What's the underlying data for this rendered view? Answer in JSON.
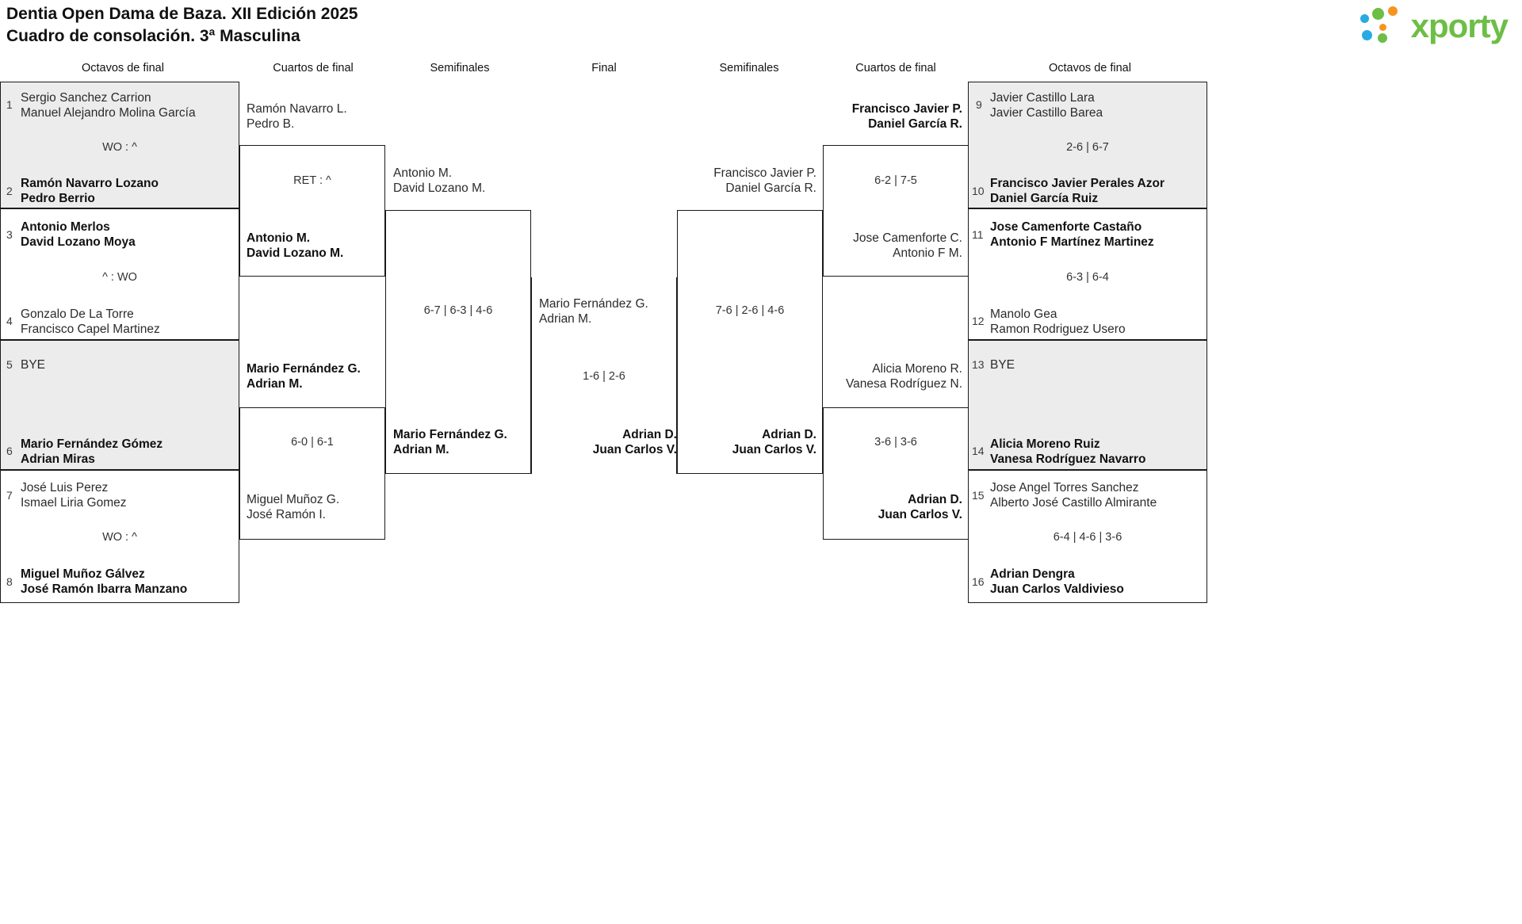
{
  "header": {
    "title_line1": "Dentia Open Dama de Baza. XII Edición 2025",
    "title_line2": "Cuadro de consolación. 3ª Masculina",
    "logo_text": "xporty"
  },
  "colors": {
    "logo_green": "#6cbe45",
    "logo_blue": "#29abe2",
    "logo_orange": "#f7941e",
    "shade": "#ececec",
    "line": "#1a1a1a"
  },
  "round_headings": {
    "left_octavos": "Octavos de final",
    "left_cuartos": "Cuartos de final",
    "left_semis": "Semifinales",
    "final": "Final",
    "right_semis": "Semifinales",
    "right_cuartos": "Cuartos de final",
    "right_octavos": "Octavos de final"
  },
  "left_octavos": [
    {
      "seed": "1",
      "p1": "Sergio Sanchez Carrion",
      "p2": "Manuel Alejandro Molina García",
      "winner": false,
      "shaded": true
    },
    {
      "seed": "2",
      "p1": "Ramón Navarro Lozano",
      "p2": "Pedro Berrio",
      "winner": true,
      "shaded": true
    },
    {
      "seed": "3",
      "p1": "Antonio Merlos",
      "p2": "David Lozano Moya",
      "winner": true,
      "shaded": false
    },
    {
      "seed": "4",
      "p1": "Gonzalo De La Torre",
      "p2": "Francisco Capel Martinez",
      "winner": false,
      "shaded": false
    },
    {
      "seed": "5",
      "p1": "BYE",
      "p2": "",
      "winner": false,
      "shaded": true
    },
    {
      "seed": "6",
      "p1": "Mario Fernández Gómez",
      "p2": "Adrian Miras",
      "winner": true,
      "shaded": true
    },
    {
      "seed": "7",
      "p1": "José Luis Perez",
      "p2": "Ismael Liria Gomez",
      "winner": false,
      "shaded": false
    },
    {
      "seed": "8",
      "p1": "Miguel Muñoz Gálvez",
      "p2": "José Ramón Ibarra Manzano",
      "winner": true,
      "shaded": false
    }
  ],
  "left_octavos_scores": [
    "WO : ^",
    "^ : WO",
    "",
    "WO : ^"
  ],
  "left_cuartos": [
    {
      "p1": "Ramón Navarro L.",
      "p2": "Pedro B.",
      "winner": false
    },
    {
      "p1": "Antonio M.",
      "p2": "David Lozano M.",
      "winner": true
    },
    {
      "p1": "Mario Fernández G.",
      "p2": "Adrian M.",
      "winner": true
    },
    {
      "p1": "Miguel Muñoz G.",
      "p2": "José Ramón I.",
      "winner": false
    }
  ],
  "left_cuartos_scores": [
    "RET : ^",
    "6-0 | 6-1"
  ],
  "left_semis": [
    {
      "p1": "Antonio M.",
      "p2": "David Lozano M.",
      "winner": false
    },
    {
      "p1": "Mario Fernández G.",
      "p2": "Adrian M.",
      "winner": true
    }
  ],
  "left_semis_score": "6-7 | 6-3 | 4-6",
  "final": [
    {
      "p1": "Mario Fernández G.",
      "p2": "Adrian M.",
      "winner": false
    },
    {
      "p1": "Adrian D.",
      "p2": "Juan Carlos V.",
      "winner": true
    }
  ],
  "final_score": "1-6 | 2-6",
  "right_semis": [
    {
      "p1": "Francisco Javier P.",
      "p2": "Daniel García R.",
      "winner": false
    },
    {
      "p1": "Adrian D.",
      "p2": "Juan Carlos V.",
      "winner": true
    }
  ],
  "right_semis_score": "7-6 | 2-6 | 4-6",
  "right_cuartos": [
    {
      "p1": "Francisco Javier P.",
      "p2": "Daniel García R.",
      "winner": true
    },
    {
      "p1": "Jose Camenforte C.",
      "p2": "Antonio F M.",
      "winner": false
    },
    {
      "p1": "Alicia Moreno R.",
      "p2": "Vanesa Rodríguez N.",
      "winner": false
    },
    {
      "p1": "Adrian D.",
      "p2": "Juan Carlos V.",
      "winner": true
    }
  ],
  "right_cuartos_scores": [
    "6-2 | 7-5",
    "3-6 | 3-6"
  ],
  "right_octavos": [
    {
      "seed": "9",
      "p1": "Javier Castillo Lara",
      "p2": "Javier Castillo Barea",
      "winner": false,
      "shaded": true
    },
    {
      "seed": "10",
      "p1": "Francisco Javier Perales Azor",
      "p2": "Daniel García Ruiz",
      "winner": true,
      "shaded": true
    },
    {
      "seed": "11",
      "p1": "Jose Camenforte Castaño",
      "p2": "Antonio F Martínez Martinez",
      "winner": true,
      "shaded": false
    },
    {
      "seed": "12",
      "p1": "Manolo Gea",
      "p2": "Ramon Rodriguez Usero",
      "winner": false,
      "shaded": false
    },
    {
      "seed": "13",
      "p1": "BYE",
      "p2": "",
      "winner": false,
      "shaded": true
    },
    {
      "seed": "14",
      "p1": "Alicia Moreno Ruiz",
      "p2": "Vanesa Rodríguez Navarro",
      "winner": true,
      "shaded": true
    },
    {
      "seed": "15",
      "p1": "Jose Angel Torres Sanchez",
      "p2": "Alberto José Castillo Almirante",
      "winner": false,
      "shaded": false
    },
    {
      "seed": "16",
      "p1": "Adrian Dengra",
      "p2": "Juan Carlos Valdivieso",
      "winner": true,
      "shaded": false
    }
  ],
  "right_octavos_scores": [
    "2-6 | 6-7",
    "6-3 | 6-4",
    "",
    "6-4 | 4-6 | 3-6"
  ]
}
